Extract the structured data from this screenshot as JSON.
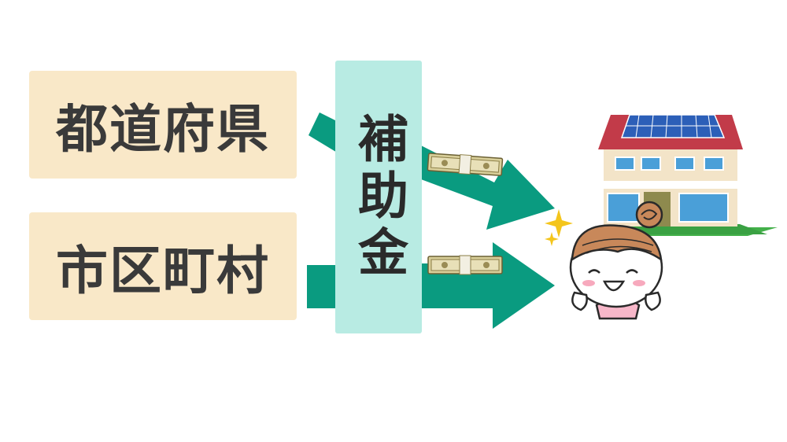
{
  "sources": {
    "prefecture": "都道府県",
    "municipality": "市区町村"
  },
  "subsidy_label": "補助金",
  "recipient": {
    "illustration": "smiling-woman-icon",
    "house": "solar-house-icon"
  },
  "colors": {
    "source_box": "#f9e8c8",
    "subsidy_box": "#b8ebe3",
    "arrow": "#0a9b80",
    "roof": "#c23b49",
    "solar_panel": "#2c5fb8"
  }
}
